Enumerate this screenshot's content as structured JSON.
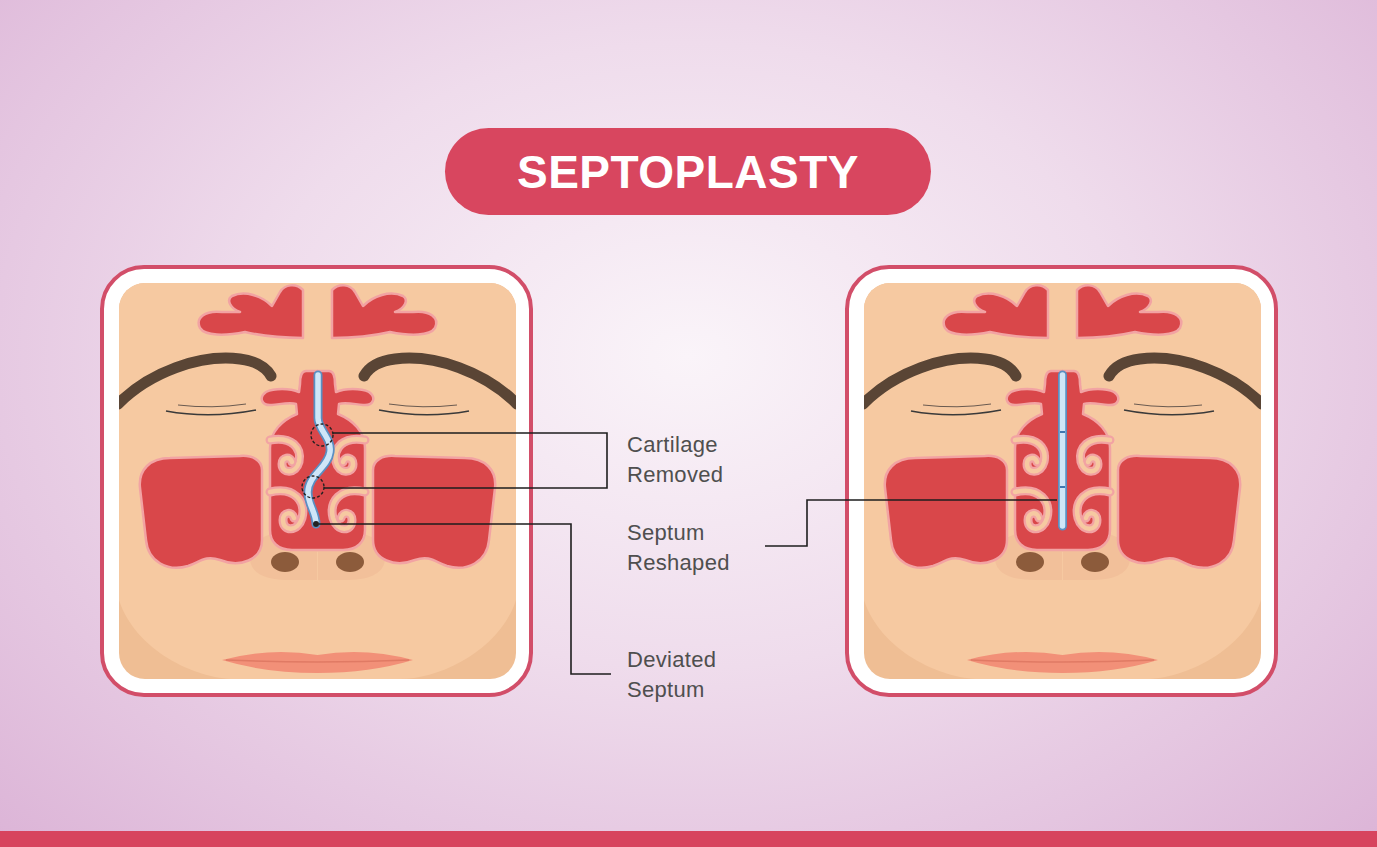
{
  "diagram": {
    "title": "SEPTOPLASTY",
    "labels": [
      "Cartilage Removed",
      "Septum Reshaped",
      "Deviated Septum"
    ]
  }
}
